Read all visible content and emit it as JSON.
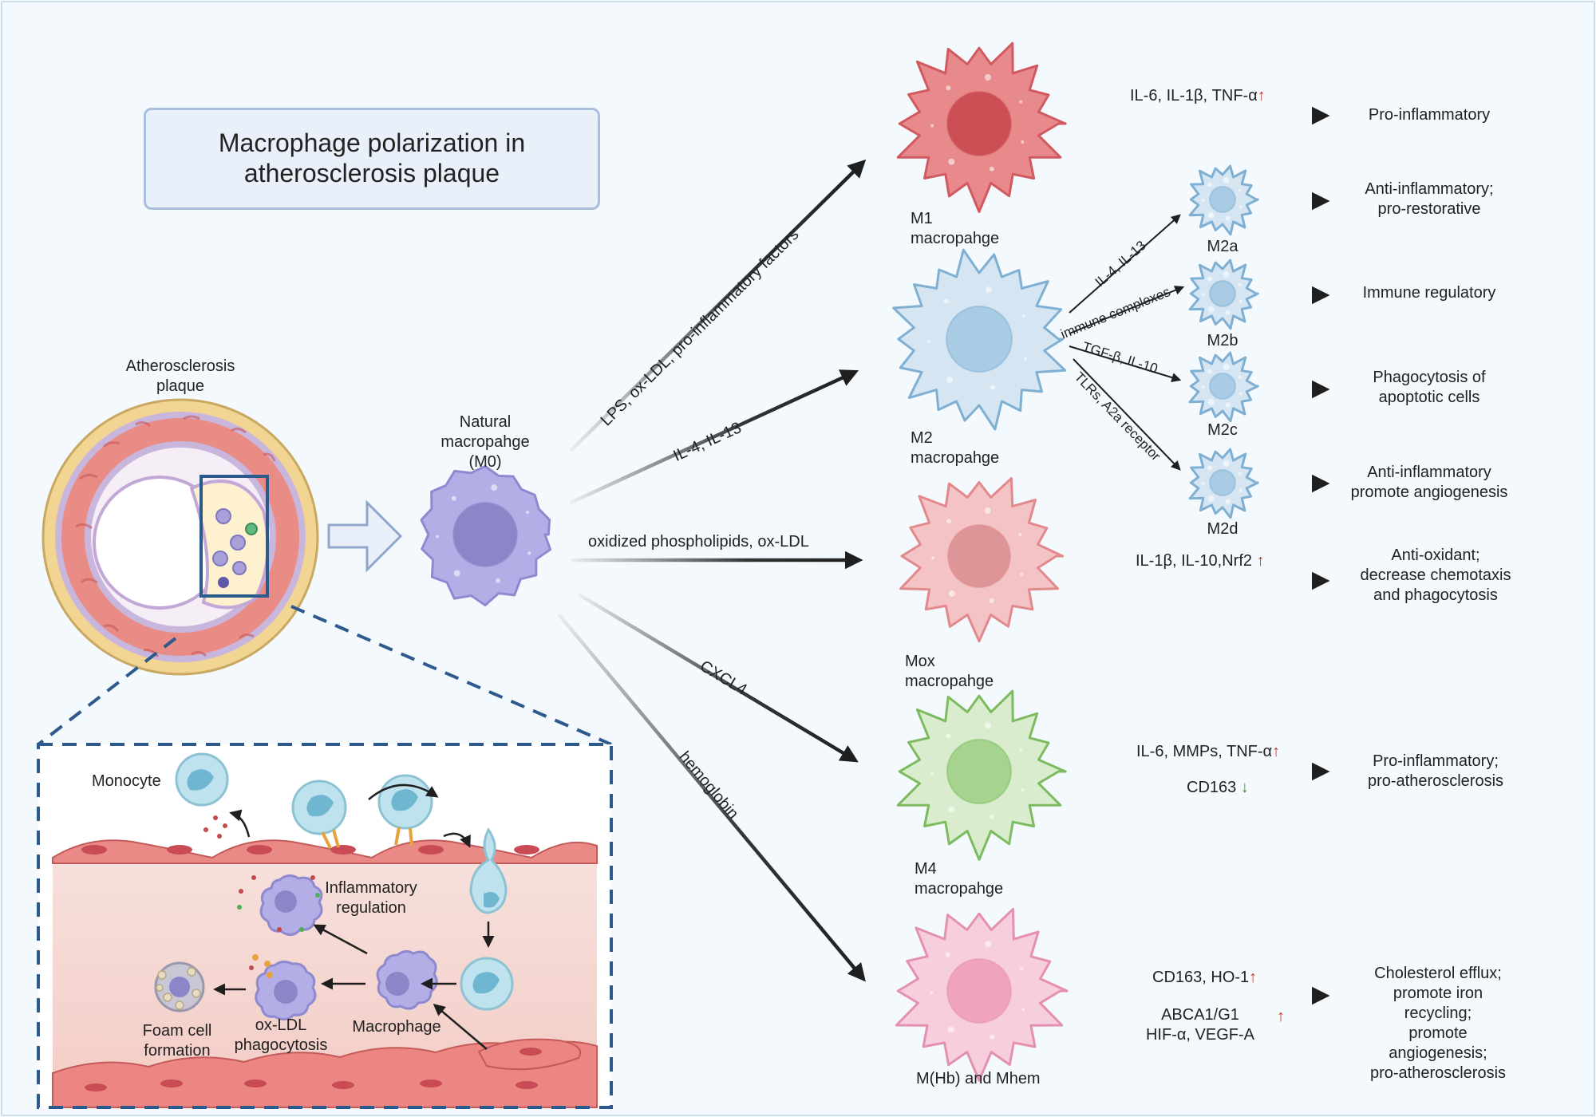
{
  "title": "Macrophage polarization in\natherosclerosis plaque",
  "plaque_label": "Atherosclerosis\nplaque",
  "m0_label": "Natural\nmacropahge\n(M0)",
  "stimuli": {
    "lps": "LPS, ox-LDL, pro-inflammatory factors",
    "il4": "IL-4, IL-13",
    "oxpl": "oxidized phospholipids, ox-LDL",
    "cxcl4": "CXCL4",
    "hb": "hemoglobin"
  },
  "m2_stimuli": {
    "m2a": "IL-4, IL-13",
    "m2b": "immune complexes",
    "m2c": "TGF-β, IL-10",
    "m2d": "TLRs, A2a receptor"
  },
  "macrophages": {
    "m1": "M1\nmacropahge",
    "m2": "M2\nmacropahge",
    "mox": "Mox\nmacropahge",
    "m4": "M4\nmacropahge",
    "mhb": "M(Hb) and Mhem"
  },
  "m2_subtypes": {
    "m2a": "M2a",
    "m2b": "M2b",
    "m2c": "M2c",
    "m2d": "M2d"
  },
  "markers": {
    "m1": "IL-6, IL-1β, TNF-α",
    "mox": "IL-1β, IL-10,Nrf2",
    "m4_up": "IL-6, MMPs, TNF-α",
    "m4_down": "CD163",
    "mhb_1": "CD163, HO-1",
    "mhb_2": "ABCA1/G1\nHIF-α, VEGF-A",
    "up_arrow": "↑",
    "down_arrow": "↓"
  },
  "outcomes": {
    "m1": "Pro-inflammatory",
    "m2a": "Anti-inflammatory;\npro-restorative",
    "m2b": "Immune regulatory",
    "m2c": "Phagocytosis of\napoptotic cells",
    "m2d": "Anti-inflammatory\npromote angiogenesis",
    "mox": "Anti-oxidant;\ndecrease chemotaxis\nand phagocytosis",
    "m4": "Pro-inflammatory;\npro-atherosclerosis",
    "mhb": "Cholesterol efflux;\npromote iron recycling;\npromote angiogenesis;\npro-atherosclerosis"
  },
  "inset": {
    "monocyte": "Monocyte",
    "inflammatory": "Inflammatory\nregulation",
    "macrophage": "Macrophage",
    "oxldl": "ox-LDL\nphagocytosis",
    "foam": "Foam cell\nformation"
  },
  "colors": {
    "m0": "#b3aee6",
    "m0_nucleus": "#8b86c8",
    "m1": "#e8898b",
    "m1_nucleus": "#cc4f55",
    "m2": "#d5e6f2",
    "m2_nucleus": "#a9cbe4",
    "mox": "#f4c3c5",
    "mox_nucleus": "#de9598",
    "m4": "#d9eccd",
    "m4_nucleus": "#a6d48e",
    "mhb": "#f7cedc",
    "mhb_nucleus": "#efa3bf"
  }
}
